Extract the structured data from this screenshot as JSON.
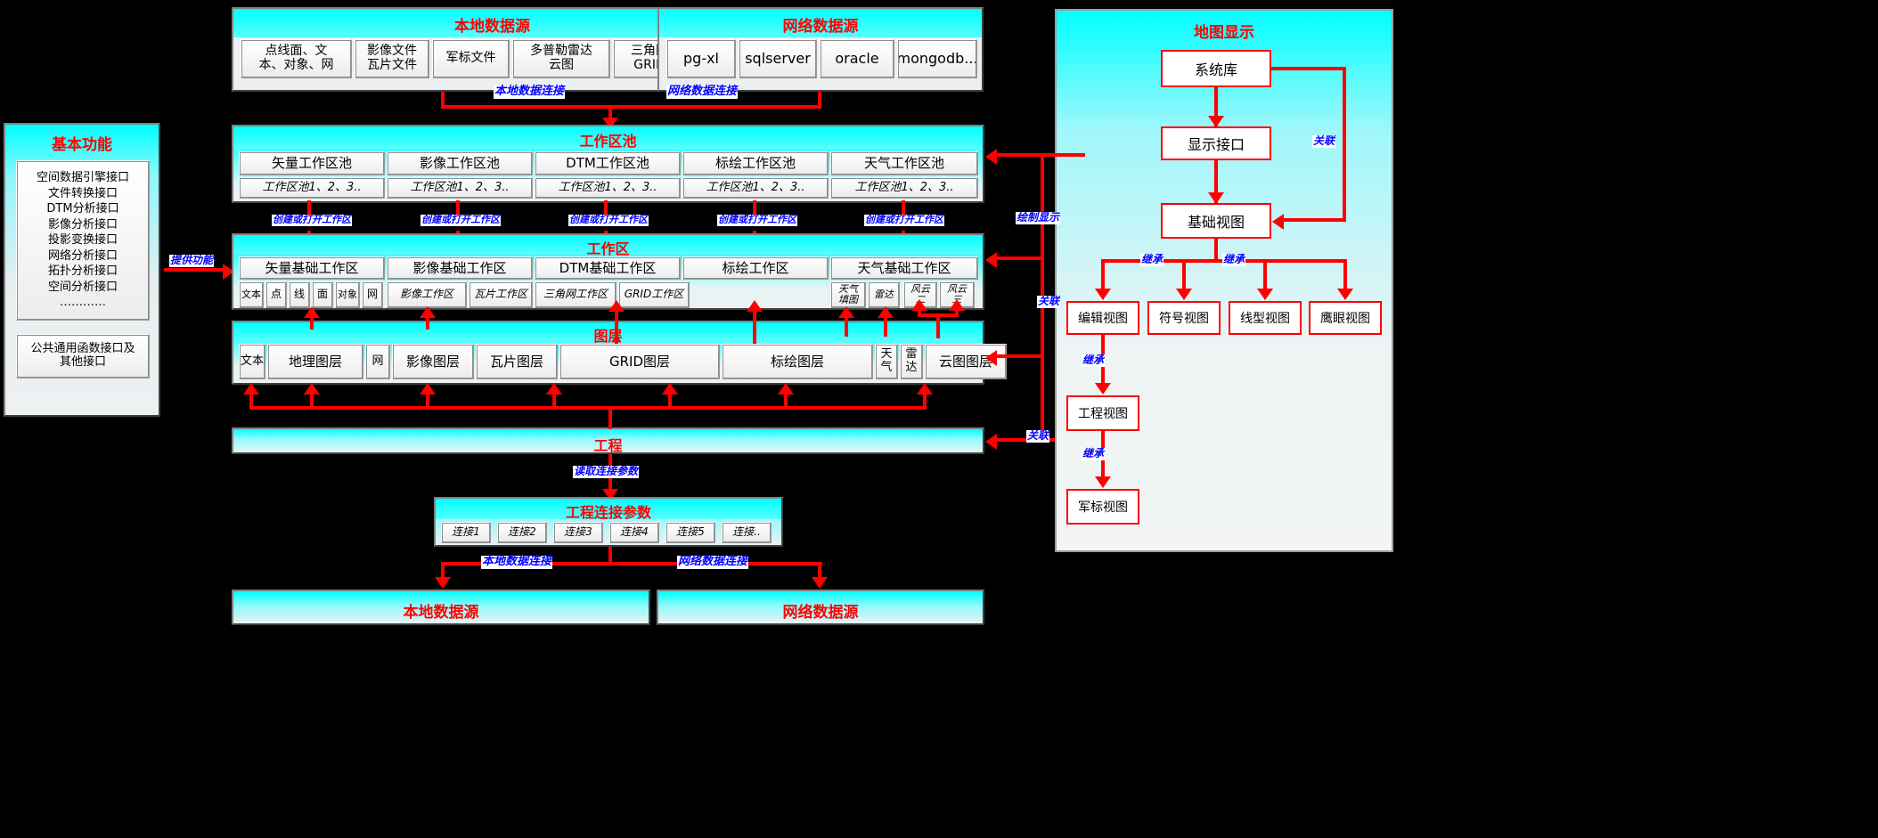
{
  "local_ds": {
    "title": "本地数据源",
    "items": [
      "点线面、文\n本、对象、网",
      "影像文件\n瓦片文件",
      "军标文件",
      "多普勒雷达\n云图",
      "三角网文件\nGRID文件"
    ]
  },
  "net_ds": {
    "title": "网络数据源",
    "items": [
      "pg-xl",
      "sqlserver",
      "oracle",
      "mongodb..."
    ]
  },
  "basic": {
    "title": "基本功能",
    "interfaces": "空间数据引擎接口\n文件转换接口\nDTM分析接口\n影像分析接口\n投影变换接口\n网络分析接口\n拓扑分析接口\n空间分析接口\n…………",
    "common": "公共通用函数接口及\n其他接口",
    "edge_label": "提供功能"
  },
  "pool": {
    "title": "工作区池",
    "items": [
      "矢量工作区池",
      "影像工作区池",
      "DTM工作区池",
      "标绘工作区池",
      "天气工作区池"
    ],
    "subitems": [
      "工作区池1、2、3..",
      "工作区池1、2、3..",
      "工作区池1、2、3..",
      "工作区池1、2、3..",
      "工作区池1、2、3.."
    ]
  },
  "ws": {
    "title": "工作区",
    "items": [
      "矢量基础工作区",
      "影像基础工作区",
      "DTM基础工作区",
      "标绘工作区",
      "天气基础工作区"
    ],
    "chips": [
      "文本",
      "点",
      "线",
      "面",
      "对象",
      "网",
      "影像工作区",
      "瓦片工作区",
      "三角网工作区",
      "GRID工作区",
      "天气\n填图",
      "雷达",
      "风云\n二",
      "风云\n三"
    ]
  },
  "layers": {
    "title": "图层",
    "items": [
      "文本",
      "地理图层",
      "网",
      "影像图层",
      "瓦片图层",
      "GRID图层",
      "标绘图层",
      "天气",
      "雷达",
      "云图图层"
    ]
  },
  "project": {
    "title": "工程"
  },
  "conn": {
    "title": "工程连接参数",
    "items": [
      "连接1",
      "连接2",
      "连接3",
      "连接4",
      "连接5",
      "连接.."
    ]
  },
  "bottom": {
    "local_title": "本地数据源",
    "net_title": "网络数据源"
  },
  "map": {
    "title": "地图显示",
    "sys_lib": "系统库",
    "display_api": "显示接口",
    "base_view": "基础视图",
    "views": [
      "编辑视图",
      "符号视图",
      "线型视图",
      "鹰眼视图"
    ],
    "eng_view": "工程视图",
    "mil_view": "军标视图"
  },
  "edges": {
    "local_conn": "本地数据连接",
    "net_conn": "网络数据连接",
    "create_open_ws": "创建或打开工作区",
    "read_conn_param": "读取连接参数",
    "draw_display": "绘制显示",
    "assoc": "关联",
    "inherit": "继承"
  },
  "colors": {
    "accent_red": "#ff0000",
    "edge_blue": "#0000ff",
    "header_cyan": "#00ffff",
    "bg": "#000000"
  }
}
